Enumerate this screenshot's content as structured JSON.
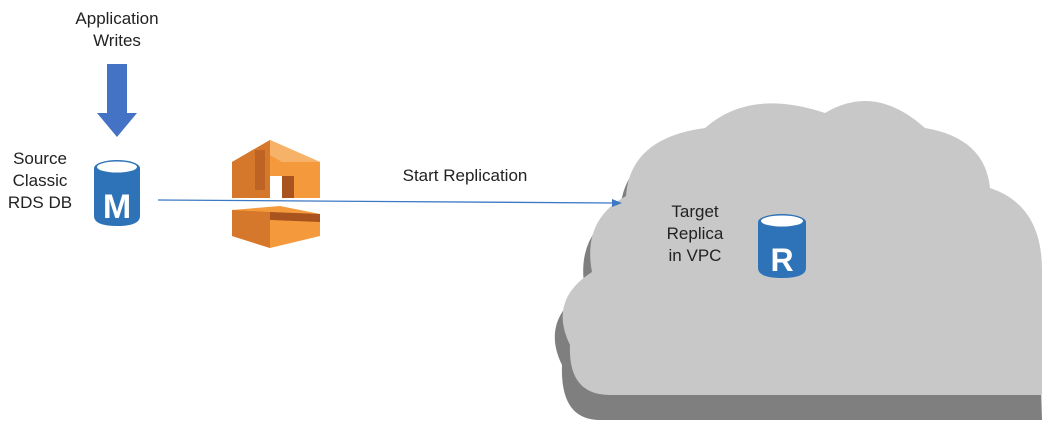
{
  "application_writes": {
    "lines": [
      "Application",
      "Writes"
    ]
  },
  "source": {
    "lines": [
      "Source",
      "Classic",
      "RDS DB"
    ],
    "badge_letter": "M"
  },
  "replication": {
    "label": "Start Replication",
    "service_icon": "aws-database-migration-service-icon"
  },
  "target": {
    "lines": [
      "Target",
      "Replica",
      "in VPC"
    ],
    "badge_letter": "R"
  },
  "colors": {
    "db_blue": "#2E73B8",
    "db_blue_dark": "#1F5A96",
    "arrow_blue": "#4472C4",
    "line_blue": "#3C78C3",
    "cloud_gray": "#C8C8C8",
    "cloud_shadow": "#7F7F7F",
    "orange_light": "#F59A3C",
    "orange_dark": "#A9541F"
  }
}
